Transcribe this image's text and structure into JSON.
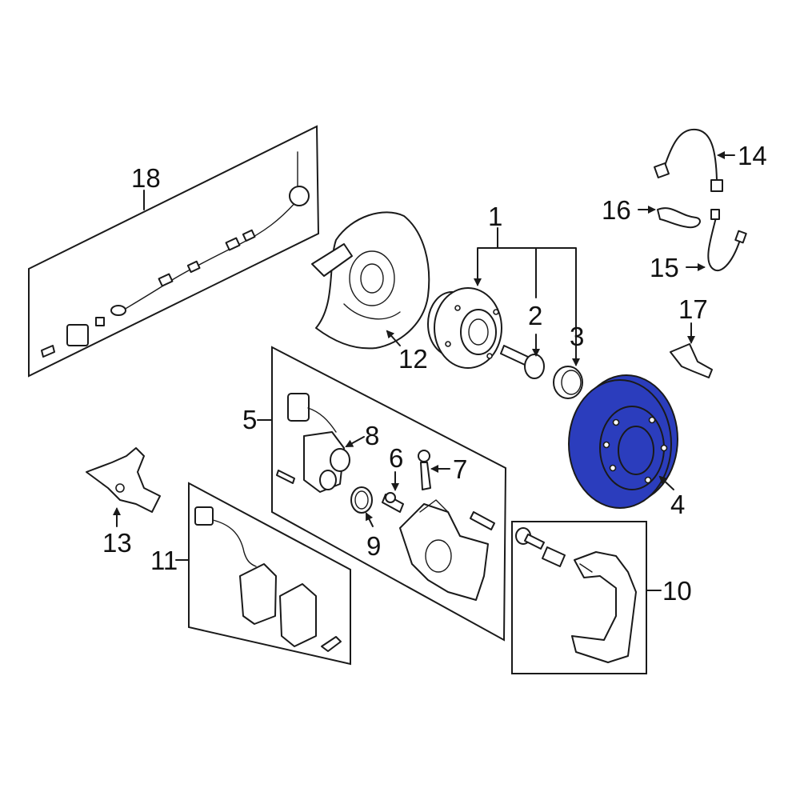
{
  "diagram": {
    "highlight_color": "#2b3dbd",
    "highlighted_part": "4",
    "labels": {
      "l1": "1",
      "l2": "2",
      "l3": "3",
      "l4": "4",
      "l5": "5",
      "l6": "6",
      "l7": "7",
      "l8": "8",
      "l9": "9",
      "l10": "10",
      "l11": "11",
      "l12": "12",
      "l13": "13",
      "l14": "14",
      "l15": "15",
      "l16": "16",
      "l17": "17",
      "l18": "18"
    }
  }
}
